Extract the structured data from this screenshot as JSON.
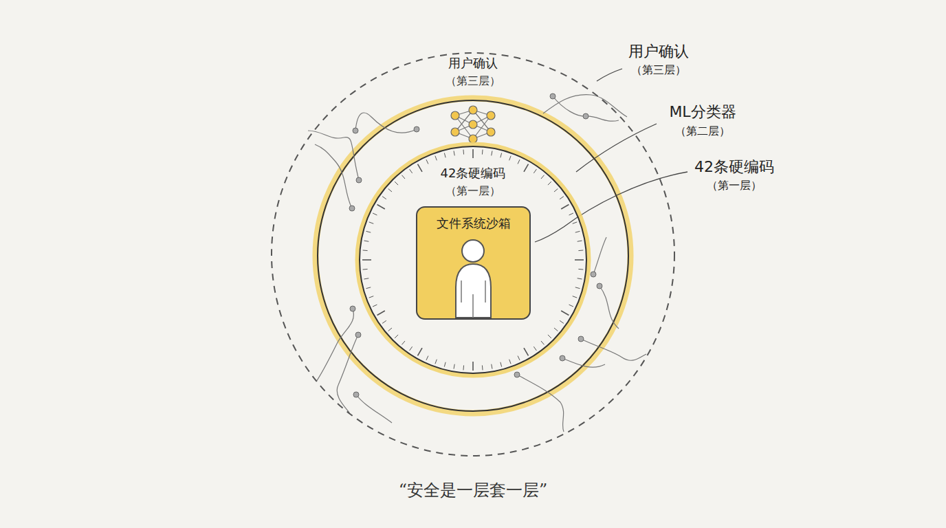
{
  "diagram": {
    "caption": "“安全是一层套一层”",
    "nodes": [
      {
        "text": [
          "用户确认",
          "（第三层）"
        ]
      },
      {
        "text": [
          "42条硬编码",
          "（第一层）"
        ],
        "in": 0
      },
      {
        "text": [
          "文件系统沙箱"
        ],
        "in": 1
      }
    ],
    "labels": [
      "用户确认",
      "（第三层）",
      "ML分类器",
      "（第二层）",
      "42条硬编码",
      "（第一层）"
    ]
  }
}
